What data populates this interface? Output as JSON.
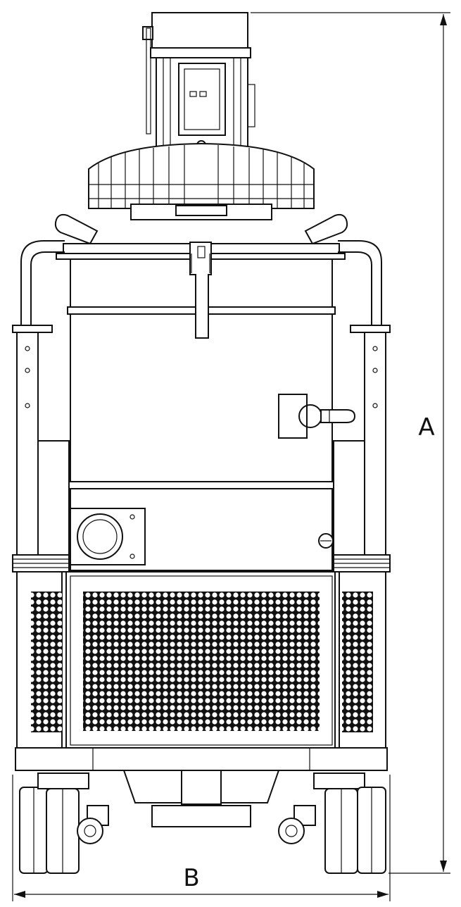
{
  "figure": {
    "subject": "vacuum-unit-front-elevation",
    "dimensions": {
      "height_label": "A",
      "width_label": "B"
    },
    "colors": {
      "line": "#111111",
      "background": "#ffffff"
    }
  }
}
